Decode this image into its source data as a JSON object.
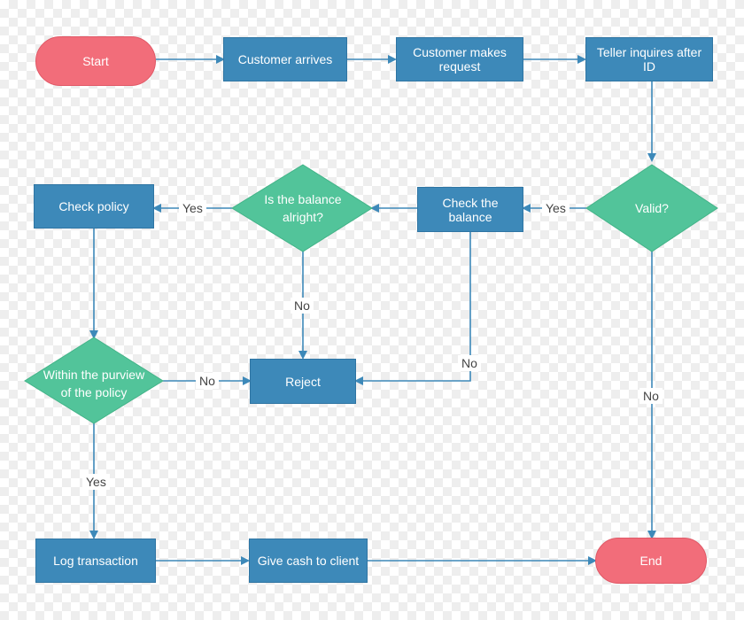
{
  "colors": {
    "process": "#3d89b9",
    "terminator": "#f26d7a",
    "decision": "#52c49a",
    "connector": "#3d89b9"
  },
  "nodes": {
    "start": "Start",
    "customer_arrives": "Customer arrives",
    "customer_request": "Customer makes request",
    "teller_id": "Teller inquires after ID",
    "valid": "Valid?",
    "check_balance": "Check the balance",
    "balance_ok": "Is the balance alright?",
    "check_policy": "Check policy",
    "within_policy": "Within the purview of the policy",
    "reject": "Reject",
    "log_transaction": "Log transaction",
    "give_cash": "Give cash to client",
    "end": "End"
  },
  "edge_labels": {
    "valid_yes": "Yes",
    "valid_no": "No",
    "balance_yes": "Yes",
    "balance_no": "No",
    "check_balance_no": "No",
    "policy_no": "No",
    "policy_yes": "Yes"
  }
}
